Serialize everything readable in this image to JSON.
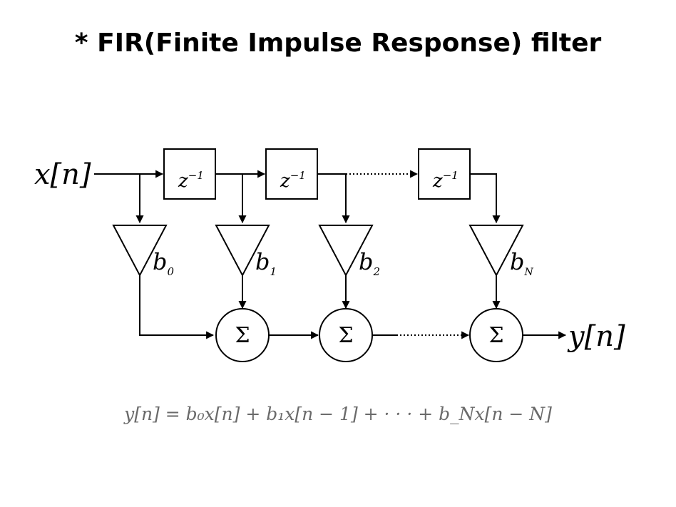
{
  "title": "* FIR(Finite Impulse Response) filter",
  "diagram": {
    "input_label": "x[n]",
    "output_label": "y[n]",
    "delay": {
      "base": "z",
      "exponent": "−1"
    },
    "adder_symbol": "Σ",
    "coefficients": [
      {
        "base": "b",
        "sub": "0"
      },
      {
        "base": "b",
        "sub": "1"
      },
      {
        "base": "b",
        "sub": "2"
      },
      {
        "base": "b",
        "sub": "N"
      }
    ]
  },
  "formula": "y[n] = b₀x[n] + b₁x[n − 1] + · · · + b_Nx[n − N]"
}
